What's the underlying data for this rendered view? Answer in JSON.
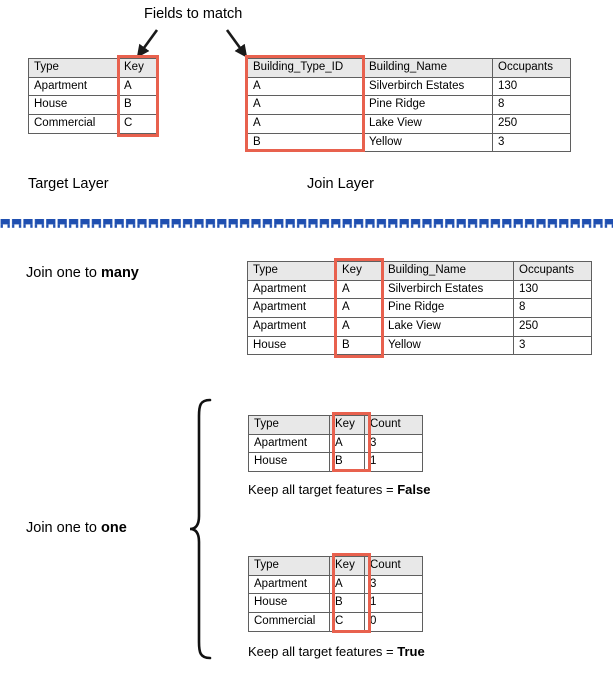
{
  "annotations": {
    "fields_to_match": "Fields to match",
    "target_layer": "Target Layer",
    "join_layer": "Join Layer",
    "join_one_to_many_prefix": "Join one to ",
    "join_one_to_many_emphasis": "many",
    "join_one_to_one_prefix": "Join one to ",
    "join_one_to_one_emphasis": "one",
    "keep_all_prefix": "Keep all target features = ",
    "keep_all_false": "False",
    "keep_all_true": "True"
  },
  "colors": {
    "highlight_red": "#e8614e",
    "header_gray": "#e8e8e8",
    "border_gray": "#5f5f5f",
    "divider_blue": "#1f4fb0",
    "text_black": "#000000"
  },
  "tables": {
    "target_layer": {
      "headers": [
        "Type",
        "Key"
      ],
      "rows": [
        [
          "Apartment",
          "A"
        ],
        [
          "House",
          "B"
        ],
        [
          "Commercial",
          "C"
        ]
      ],
      "highlight_column": "Key"
    },
    "join_layer": {
      "headers": [
        "Building_Type_ID",
        "Building_Name",
        "Occupants"
      ],
      "rows": [
        [
          "A",
          "Silverbirch Estates",
          "130"
        ],
        [
          "A",
          "Pine Ridge",
          "8"
        ],
        [
          "A",
          "Lake View",
          "250"
        ],
        [
          "B",
          "Yellow",
          "3"
        ]
      ],
      "highlight_column": "Building_Type_ID"
    },
    "one_to_many_result": {
      "headers": [
        "Type",
        "Key",
        "Building_Name",
        "Occupants"
      ],
      "rows": [
        [
          "Apartment",
          "A",
          "Silverbirch Estates",
          "130"
        ],
        [
          "Apartment",
          "A",
          "Pine Ridge",
          "8"
        ],
        [
          "Apartment",
          "A",
          "Lake View",
          "250"
        ],
        [
          "House",
          "B",
          "Yellow",
          "3"
        ]
      ],
      "highlight_column": "Key"
    },
    "one_to_one_false": {
      "headers": [
        "Type",
        "Key",
        "Count"
      ],
      "rows": [
        [
          "Apartment",
          "A",
          "3"
        ],
        [
          "House",
          "B",
          "1"
        ]
      ],
      "highlight_column": "Key"
    },
    "one_to_one_true": {
      "headers": [
        "Type",
        "Key",
        "Count"
      ],
      "rows": [
        [
          "Apartment",
          "A",
          "3"
        ],
        [
          "House",
          "B",
          "1"
        ],
        [
          "Commercial",
          "C",
          "0"
        ]
      ],
      "highlight_column": "Key"
    }
  }
}
